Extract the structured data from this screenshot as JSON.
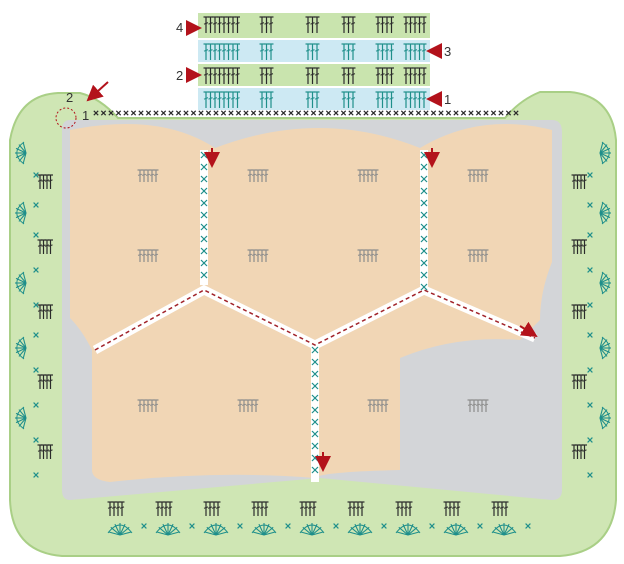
{
  "diagram": {
    "colors": {
      "border_green": "#cfe6b4",
      "border_stroke": "#a9cf86",
      "gray_band": "#d3d5d8",
      "hex_beige": "#f1d6b5",
      "strip_green": "#c9e4ae",
      "strip_blue": "#cde9f3",
      "stitch_dark": "#2b2b2b",
      "stitch_teal": "#1f8f8b",
      "stitch_gray": "#8c8c8c",
      "join_red": "#a1232a",
      "arrow_red": "#b3121b"
    },
    "legend": {
      "rows": [
        {
          "label": "4",
          "side": "left",
          "background": "green"
        },
        {
          "label": "3",
          "side": "right",
          "background": "blue"
        },
        {
          "label": "2",
          "side": "left",
          "background": "green"
        },
        {
          "label": "1",
          "side": "right",
          "background": "blue"
        }
      ]
    },
    "corner_labels": [
      {
        "text": "2"
      },
      {
        "text": "1"
      }
    ],
    "icons": [
      "arrow-icon",
      "fan-motif-icon",
      "cross-stitch-icon",
      "treble-stitch-icon"
    ]
  }
}
